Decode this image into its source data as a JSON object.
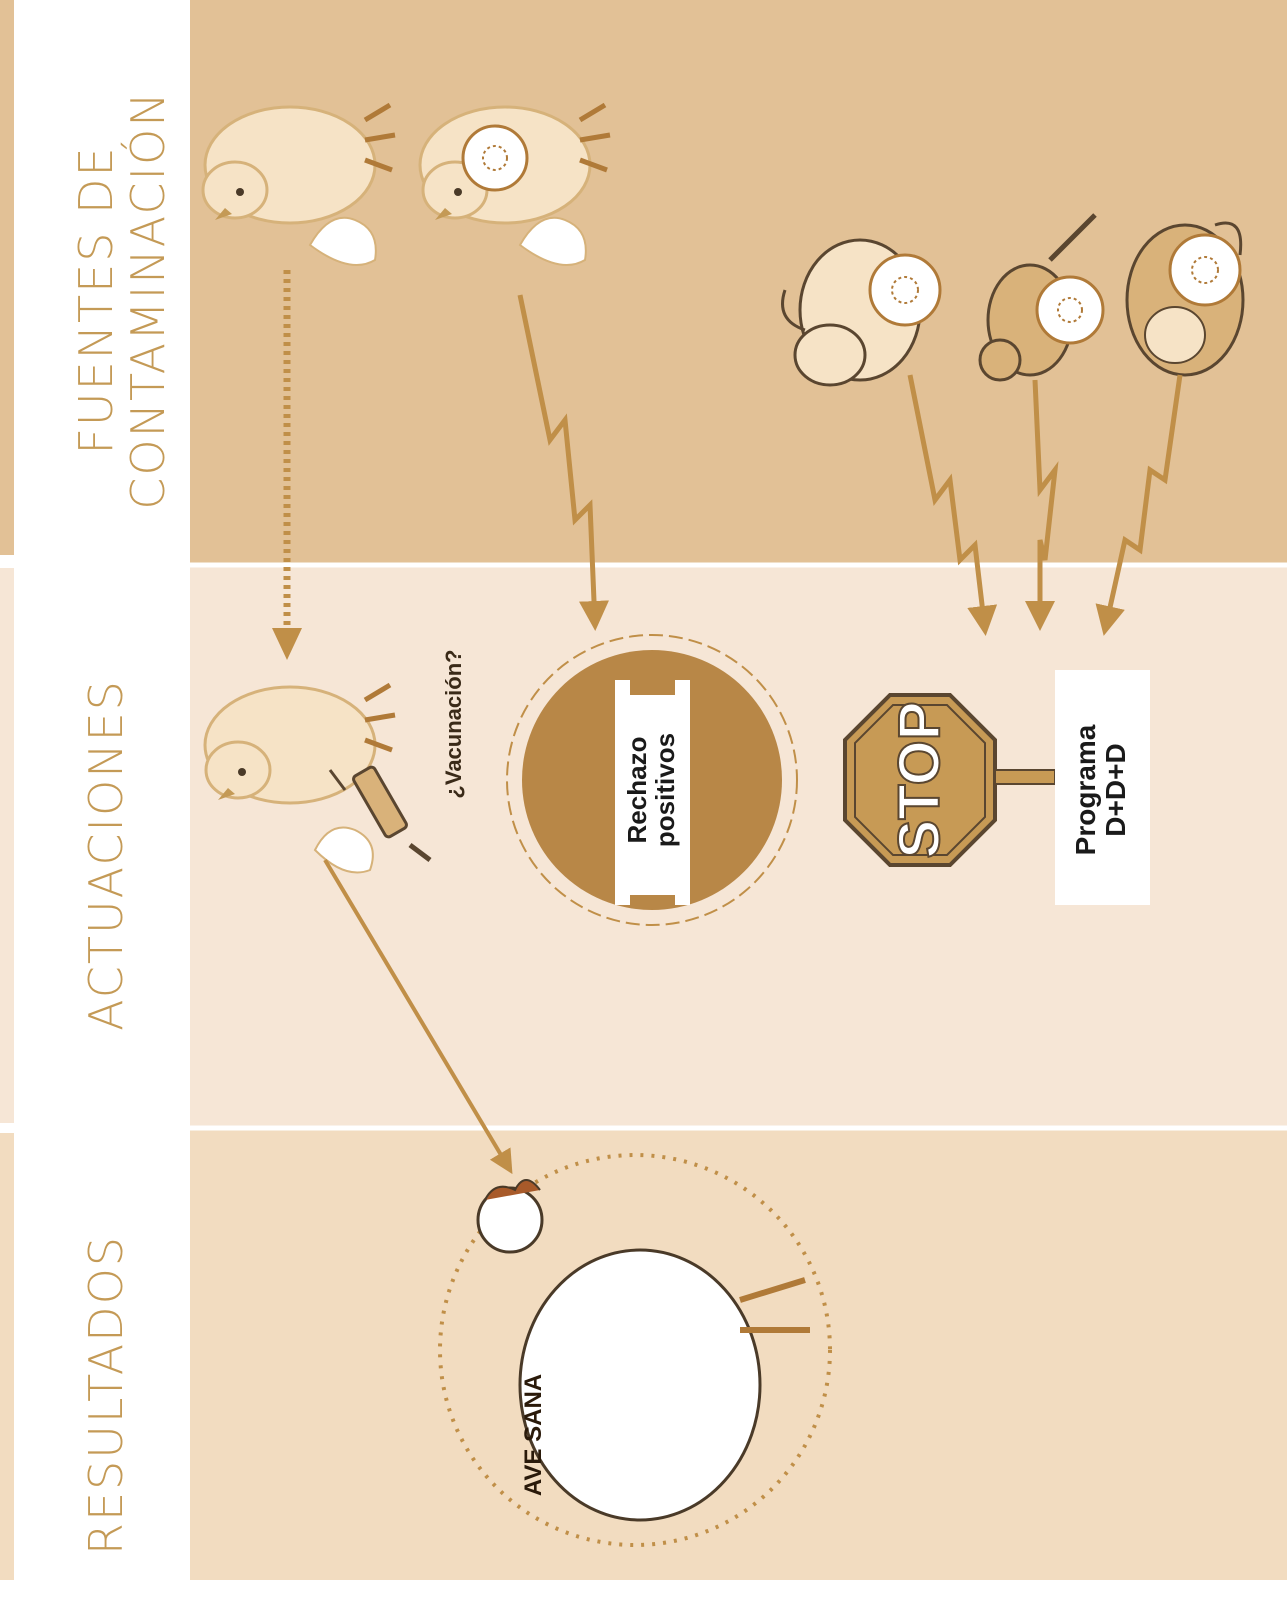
{
  "sections": {
    "fuentes": "FUENTES DE CONTAMINACIÓN",
    "fuentes_line1": "FUENTES DE",
    "fuentes_line2": "CONTAMINACIÓN",
    "actuaciones": "ACTUACIONES",
    "resultados": "RESULTADOS"
  },
  "labels": {
    "vacunacion": "¿Vacunación?",
    "rechazo_line1": "Rechazo",
    "rechazo_line2": "positivos",
    "stop": "STOP",
    "programa_line1": "Programa",
    "programa_line2": "D+D+D",
    "ave_sana": "AVE SANA"
  },
  "colors": {
    "band_dark": "#e2c196",
    "band_mid": "#f6e6d6",
    "band_light": "#f2dcc0",
    "accent": "#c49a56",
    "arrow": "#c08f48",
    "disc": "#b88747"
  },
  "icons": [
    "chick-icon",
    "infected-chick-icon",
    "rabbit-icon",
    "bird-icon",
    "rodent-icon",
    "syringe-icon",
    "stop-sign-icon",
    "healthy-hen-icon"
  ]
}
